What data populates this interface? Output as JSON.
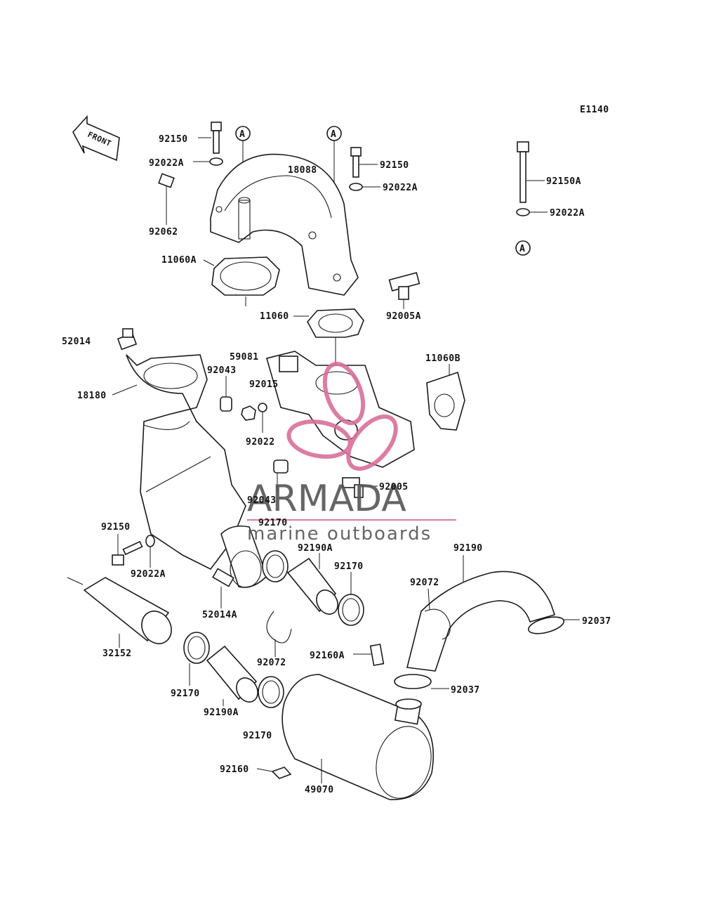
{
  "diagram_code": "E1140",
  "front_label": "FRONT",
  "ref_marker": "A",
  "watermark": {
    "brand": "ARMADA",
    "tagline": "marine outboards",
    "color": "#d9709a",
    "text_color": "#555555"
  },
  "callouts": [
    "92150",
    "92022A",
    "92062",
    "18088",
    "92150",
    "92022A",
    "92150A",
    "92022A",
    "11060A",
    "92005A",
    "11060",
    "52014",
    "59081",
    "11060B",
    "92043",
    "92015",
    "18180",
    "92022",
    "92005",
    "92043",
    "92150",
    "92170",
    "92022A",
    "92190A",
    "92170",
    "92190",
    "92072",
    "92037",
    "52014A",
    "32152",
    "92072",
    "92160A",
    "92170",
    "92190A",
    "92037",
    "92170",
    "92160",
    "49070"
  ]
}
